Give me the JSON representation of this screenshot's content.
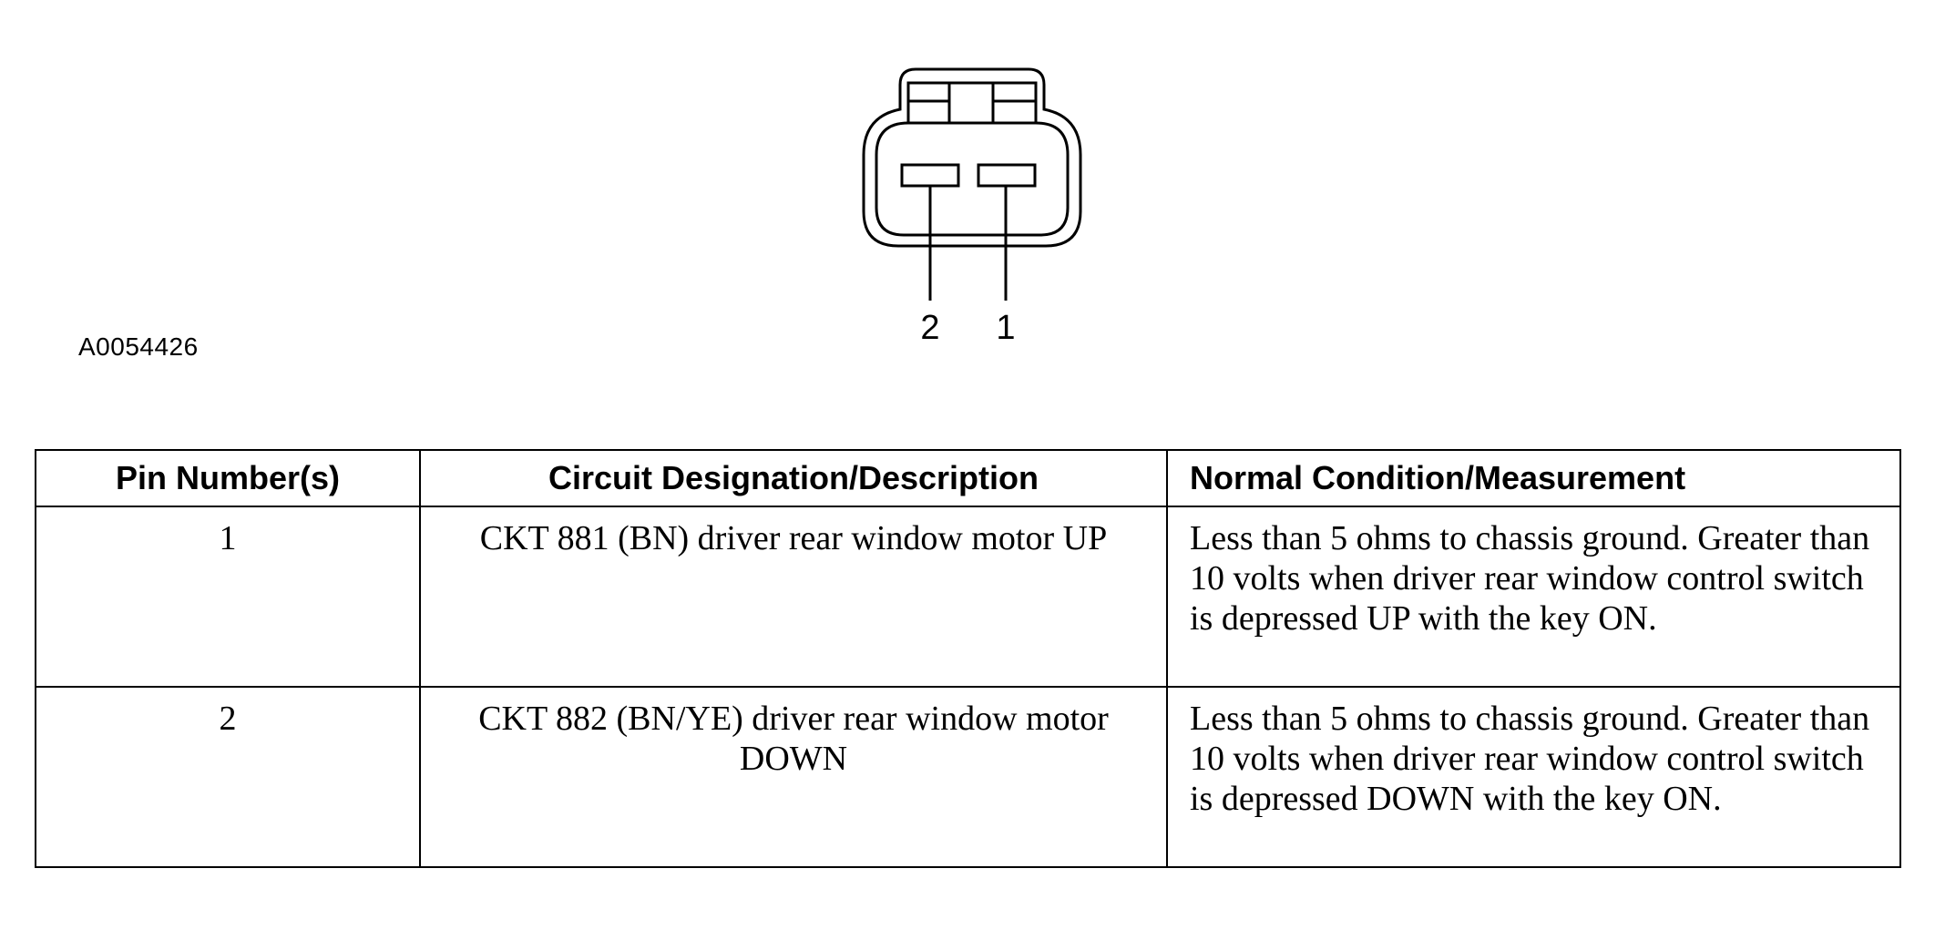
{
  "figure": {
    "id": "A0054426",
    "pin_labels": [
      "2",
      "1"
    ]
  },
  "table": {
    "headers": {
      "pin": "Pin Number(s)",
      "circuit": "Circuit Designation/Description",
      "measurement": "Normal Condition/Measurement"
    },
    "rows": [
      {
        "pin": "1",
        "circuit": "CKT 881 (BN) driver rear window motor UP",
        "measurement": "Less than 5 ohms to chassis ground. Greater than 10 volts when driver rear window control switch is depressed UP with the key ON."
      },
      {
        "pin": "2",
        "circuit": "CKT 882 (BN/YE) driver rear window motor DOWN",
        "measurement": "Less than 5 ohms to chassis ground. Greater than 10 volts when driver rear window control switch is depressed DOWN with the key ON."
      }
    ]
  }
}
